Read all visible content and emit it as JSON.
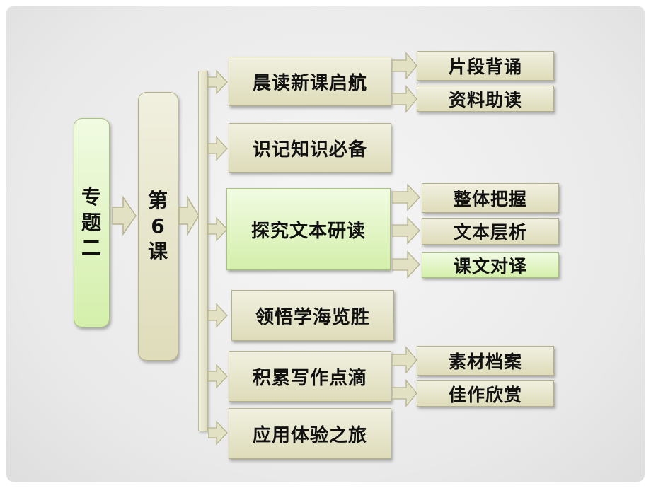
{
  "root": [
    "专",
    "题",
    "二"
  ],
  "lesson": [
    "第",
    "6",
    "课"
  ],
  "sections": [
    {
      "label": "晨读新课启航",
      "children": [
        "片段背诵",
        "资料助读"
      ]
    },
    {
      "label": "识记知识必备",
      "children": []
    },
    {
      "label": "探究文本研读",
      "children": [
        "整体把握",
        "文本层析",
        "课文对译"
      ]
    },
    {
      "label": "领悟学海览胜",
      "children": []
    },
    {
      "label": "积累写作点滴",
      "children": [
        "素材档案",
        "佳作欣赏"
      ]
    },
    {
      "label": "应用体验之旅",
      "children": []
    }
  ],
  "colors": {
    "olive_box": "#e5e3c6",
    "green_box": "#dff4bd",
    "border": "#b4b089"
  }
}
